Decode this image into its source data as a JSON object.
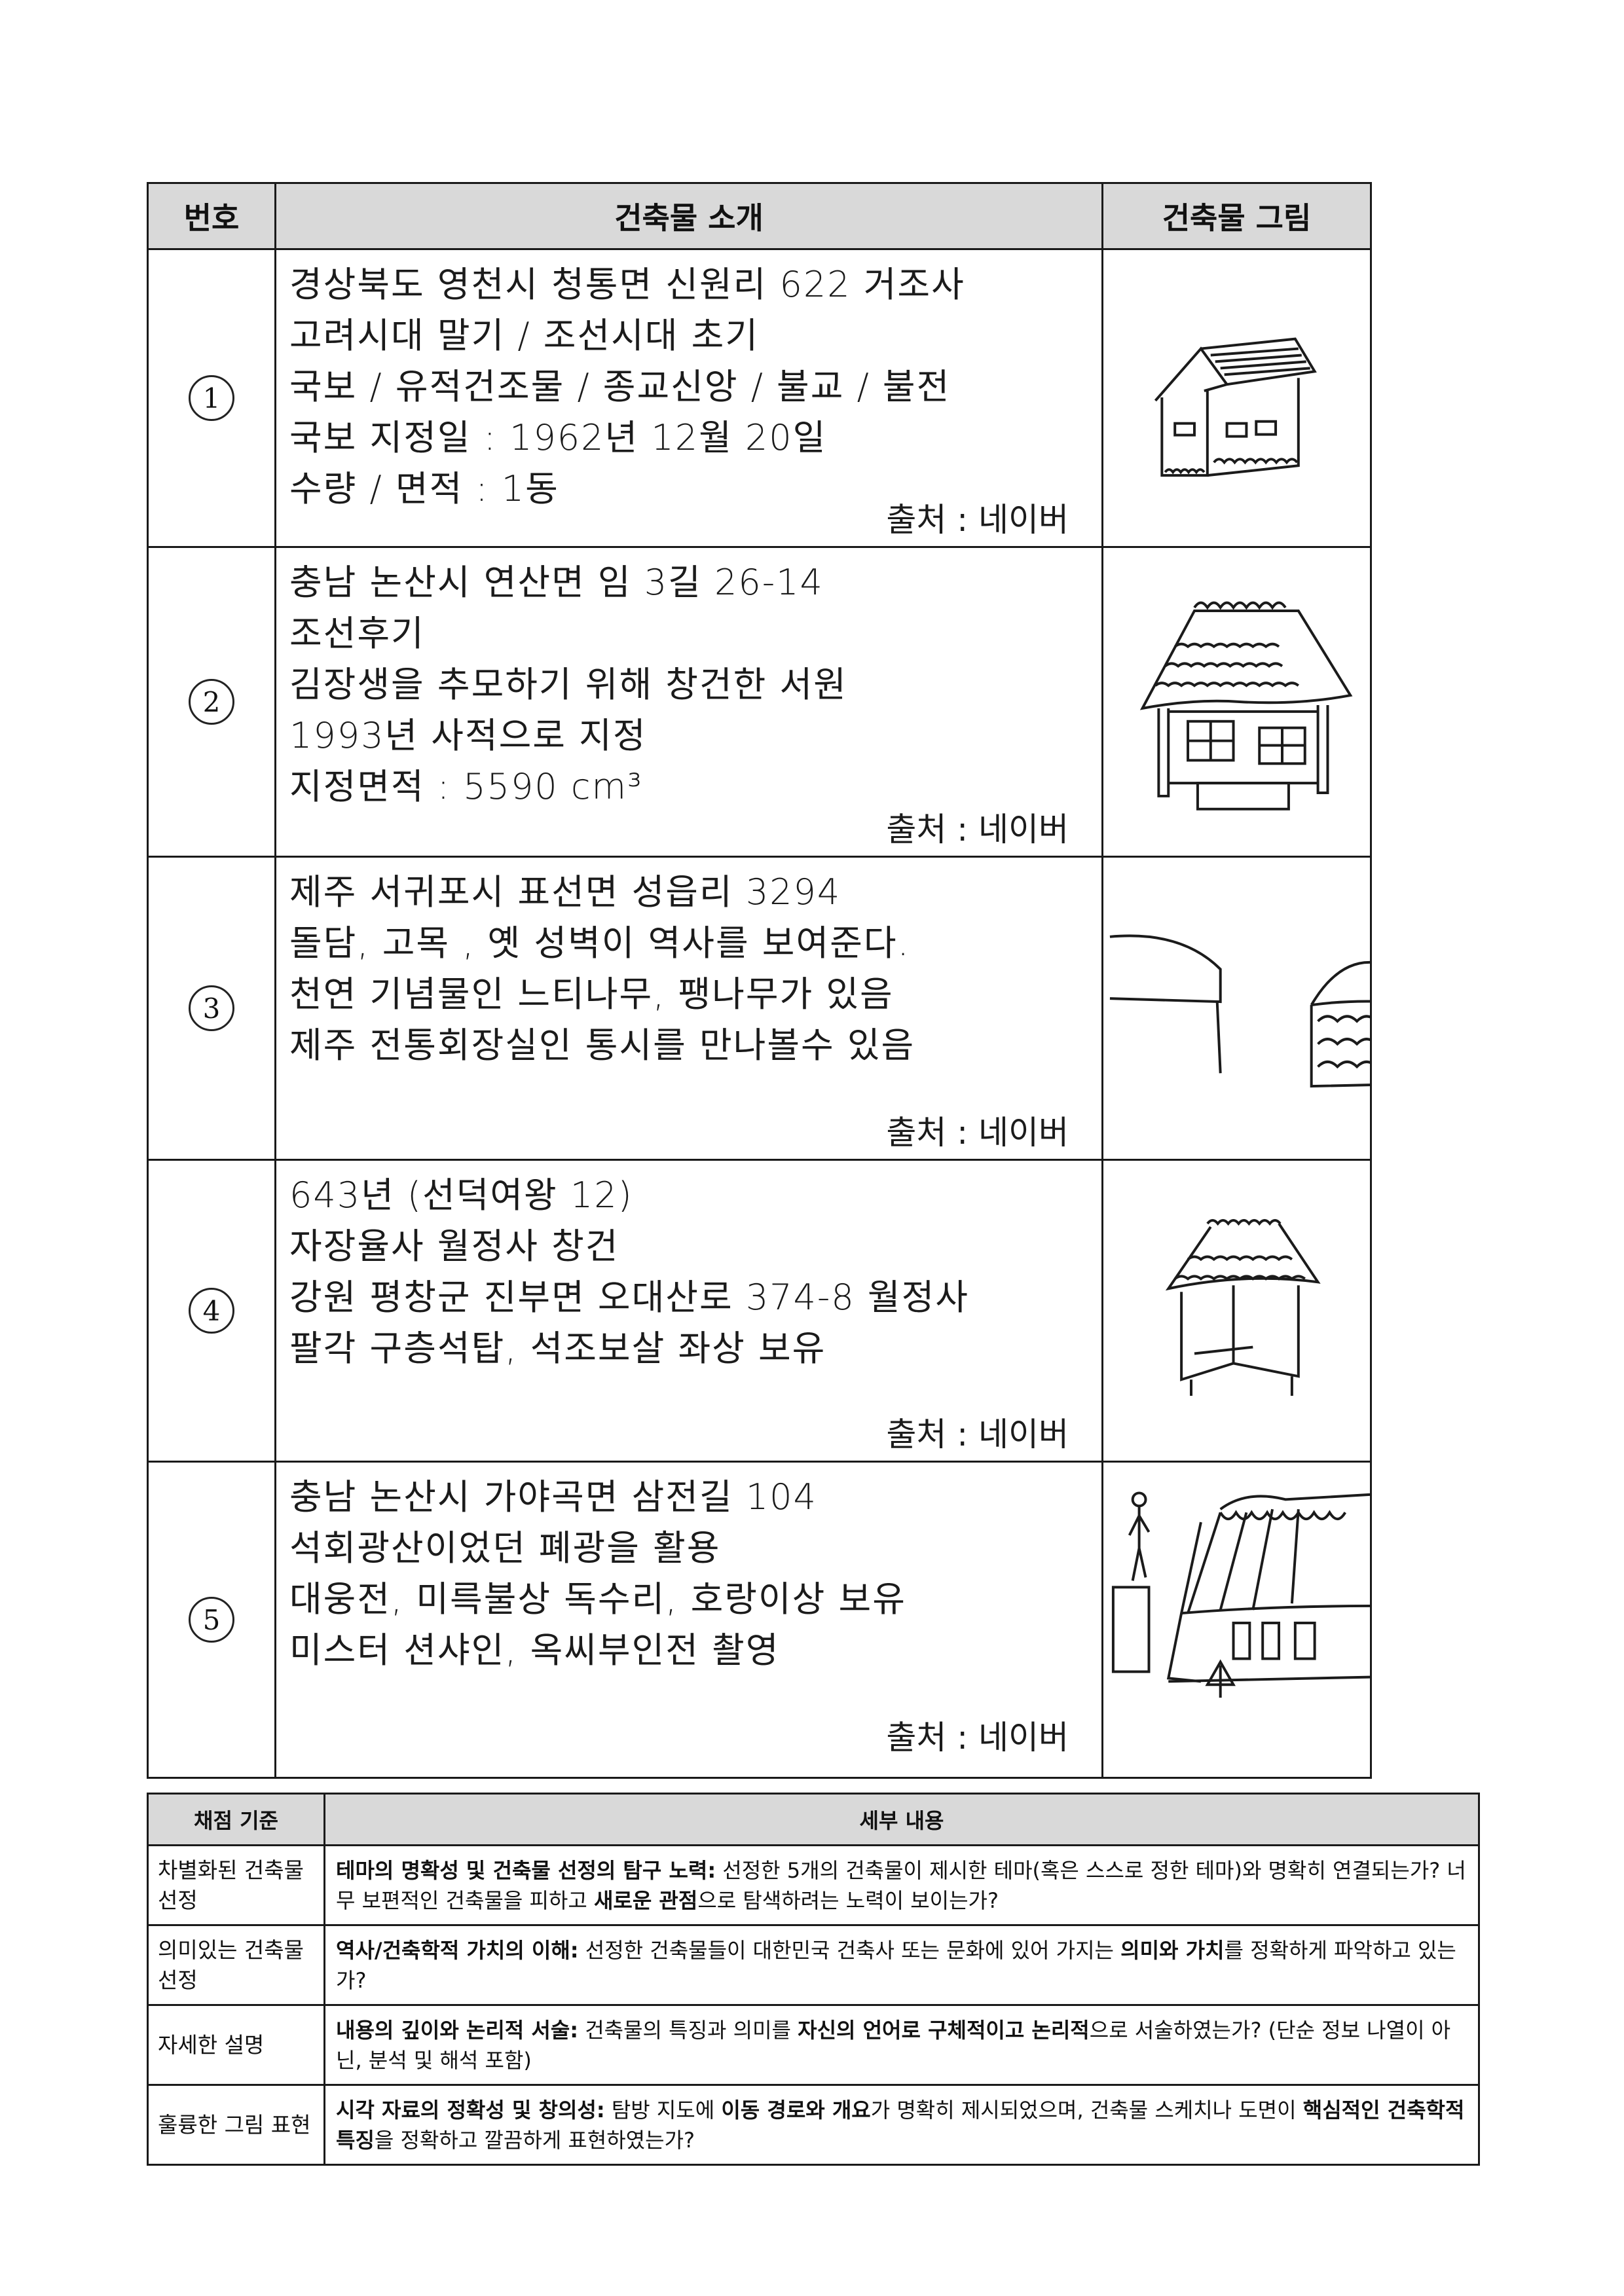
{
  "header": {
    "col_number": "번호",
    "col_intro": "건축물 소개",
    "col_drawing": "건축물 그림"
  },
  "rows": [
    {
      "number": "1",
      "lines": [
        "경상북도 영천시 청통면 신원리 622 거조사",
        "고려시대 말기 / 조선시대 초기",
        "국보 / 유적건조물 / 종교신앙 / 불교 / 불전",
        "국보 지정일 : 1962년 12월 20일",
        "수량 / 면적 :  1동"
      ],
      "source": "출처 : 네이버",
      "drawing_icon": "house-sketch"
    },
    {
      "number": "2",
      "lines": [
        "충남 논산시 연산면 임 3길  26-14",
        "조선후기",
        "김장생을 추모하기 위해 창건한 서원",
        "1993년 사적으로 지정",
        "지정면적 : 5590 cm³"
      ],
      "source": "출처 : 네이버",
      "drawing_icon": "hanok-sketch"
    },
    {
      "number": "3",
      "lines": [
        "제주 서귀포시 표선면 성읍리 3294",
        "돌담, 고목 , 옛 성벽이 역사를 보여준다.",
        "천연 기념물인 느티나무, 팽나무가  있음",
        "제주 전통회장실인 통시를 만나볼수 있음"
      ],
      "source": "출처 : 네이버",
      "drawing_icon": "stone-wall-sketch"
    },
    {
      "number": "4",
      "lines": [
        "643년 (선덕여왕 12)",
        "자장율사  월정사 창건",
        "강원 평창군 진부면 오대산로 374-8 월정사",
        "팔각 구층석탑, 석조보살 좌상 보유"
      ],
      "source": "출처 : 네이버",
      "drawing_icon": "temple-sketch"
    },
    {
      "number": "5",
      "lines": [
        "충남 논산시 가야곡면 삼전길 104",
        "석회광산이었던 폐광을 활용",
        "대웅전, 미륵불상 독수리, 호랑이상 보유",
        "미스터 션샤인, 옥씨부인전  촬영"
      ],
      "source": "출처 : 네이버",
      "drawing_icon": "cave-temple-sketch"
    }
  ],
  "criteria_table": {
    "col_criteria": "채점 기준",
    "col_detail": "세부 내용",
    "items": [
      {
        "criterion": "차별화된 건축물 선정",
        "bold_head": "테마의 명확성 및 건축물 선정의 탐구 노력:",
        "text1": " 선정한 5개의 건축물이 제시한 테마(혹은 스스로 정한 테마)와 명확히 연결되는가? 너무 보편적인 건축물을 피하고 ",
        "bold2": "새로운 관점",
        "text2": "으로 탐색하려는 노력이 보이는가?"
      },
      {
        "criterion": "의미있는 건축물 선정",
        "bold_head": "역사/건축학적 가치의 이해:",
        "text1": " 선정한 건축물들이 대한민국 건축사 또는 문화에 있어 가지는 ",
        "bold2": "의미와 가치",
        "text2": "를 정확하게 파악하고 있는가?"
      },
      {
        "criterion": "자세한 설명",
        "bold_head": "내용의 깊이와 논리적 서술:",
        "text1": " 건축물의 특징과 의미를 ",
        "bold2": "자신의 언어로 구체적이고 논리적",
        "text2": "으로 서술하였는가? (단순 정보 나열이 아닌, 분석 및 해석 포함)"
      },
      {
        "criterion": "훌륭한 그림 표현",
        "bold_head": "시각 자료의 정확성 및 창의성:",
        "text1": " 탐방 지도에 ",
        "bold2": "이동 경로와 개요",
        "text2": "가 명확히 제시되었으며, 건축물 스케치나 도면이 ",
        "bold3": "핵심적인 건축학적 특징",
        "text3": "을 정확하고 깔끔하게 표현하였는가?"
      }
    ]
  }
}
